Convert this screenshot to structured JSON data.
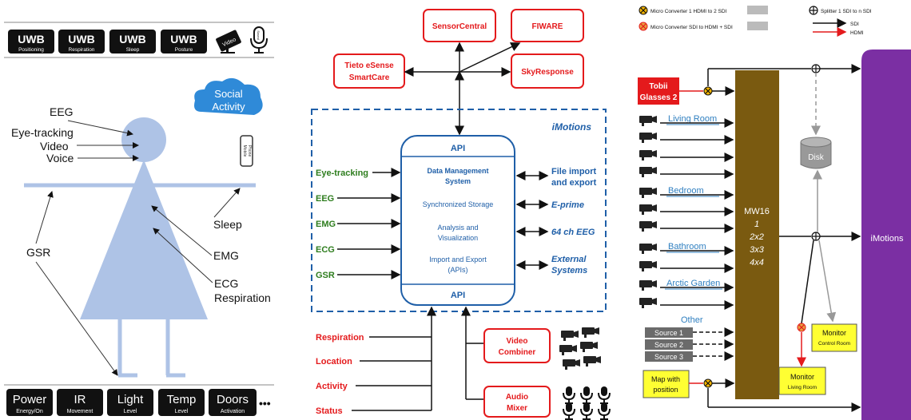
{
  "left": {
    "top_tiles": [
      {
        "title": "UWB",
        "sub": "Positioning"
      },
      {
        "title": "UWB",
        "sub": "Respiration"
      },
      {
        "title": "UWB",
        "sub": "Sleep"
      },
      {
        "title": "UWB",
        "sub": "Posture"
      }
    ],
    "video_label": "Video",
    "sound_label": "Sound",
    "bottom_tiles": [
      {
        "title": "Power",
        "sub": "Energy/On"
      },
      {
        "title": "IR",
        "sub": "Movement"
      },
      {
        "title": "Light",
        "sub": "Level"
      },
      {
        "title": "Temp",
        "sub": "Level"
      },
      {
        "title": "Doors",
        "sub": "Activation"
      }
    ],
    "ellipsis": "•••",
    "labels": {
      "eeg": "EEG",
      "eye_tracking": "Eye-tracking",
      "video": "Video",
      "voice": "Voice",
      "sleep": "Sleep",
      "gsr": "GSR",
      "emg": "EMG",
      "ecg": "ECG",
      "respiration": "Respiration",
      "social_line1": "Social",
      "social_line2": "Activity",
      "phone_line1": "Mobile",
      "phone_line2": "Phone"
    }
  },
  "middle": {
    "top_nodes": {
      "sensorcentral": "SensorCentral",
      "fiware": "FIWARE",
      "tieto_line1": "Tieto eSense",
      "tieto_line2": "SmartCare",
      "skyresponse": "SkyResponse"
    },
    "imotions_label": "iMotions",
    "api_top": "API",
    "api_bottom": "API",
    "box_items": [
      {
        "l1": "Data Management",
        "l2": "System"
      },
      {
        "l1": "Synchronized Storage",
        "l2": ""
      },
      {
        "l1": "Analysis and",
        "l2": "Visualization"
      },
      {
        "l1": "Import and Export",
        "l2": "(APIs)"
      }
    ],
    "inputs_green": [
      "Eye-tracking",
      "EEG",
      "EMG",
      "ECG",
      "GSR"
    ],
    "outputs_blue": [
      {
        "l1": "File import",
        "l2": "and export"
      },
      {
        "l1": "E-prime",
        "l2": ""
      },
      {
        "l1": "64 ch EEG",
        "l2": ""
      },
      {
        "l1": "External",
        "l2": "Systems"
      }
    ],
    "inputs_red": [
      "Respiration",
      "Location",
      "Activity",
      "Status"
    ],
    "video_combiner_l1": "Video",
    "video_combiner_l2": "Combiner",
    "audio_mixer_l1": "Audio",
    "audio_mixer_l2": "Mixer"
  },
  "right": {
    "legend": {
      "converter1": "Micro Converter 1 HDMI to 2 SDI",
      "converter2": "Micro Converter SDI to HDMI + SDI",
      "splitter": "Splitter 1 SDI to n SDI",
      "sdi": "SDI",
      "hdmi": "HDMI"
    },
    "tobii_l1": "Tobii",
    "tobii_l2": "Glasses 2",
    "rooms": [
      "Living Room",
      "Bedroom",
      "Bathroom",
      "Arctic Garden",
      "Other"
    ],
    "sources": [
      "Source 1",
      "Source 2",
      "Source 3"
    ],
    "map_l1": "Map with",
    "map_l2": "position",
    "mw16": [
      "MW16",
      "1",
      "2x2",
      "3x3",
      "4x4"
    ],
    "disk": "Disk",
    "monitor_control_l1": "Monitor",
    "monitor_control_l2": "Control Room",
    "monitor_living_l1": "Monitor",
    "monitor_living_l2": "Living Room",
    "imotions": "iMotions",
    "colors": {
      "brown": "#7a5a10",
      "purple": "#7b2fa3",
      "yellow": "#ffff33",
      "red": "#e41a1c",
      "blue_text": "#1f5fa8",
      "green_text": "#2e7d1e"
    }
  }
}
